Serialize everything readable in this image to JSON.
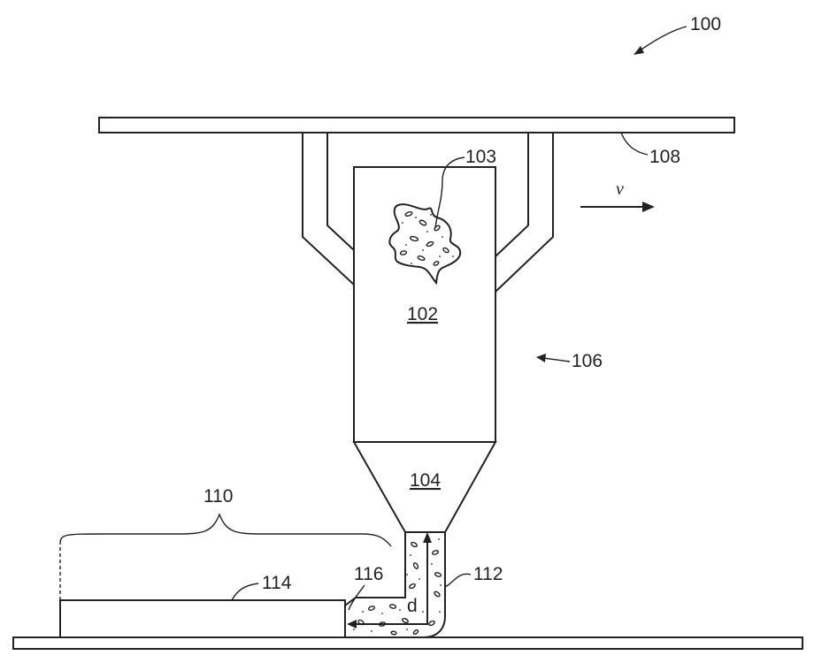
{
  "figure": {
    "labels": {
      "ref_100": "100",
      "ref_103": "103",
      "ref_108": "108",
      "ref_106": "106",
      "velocity": "v",
      "ref_102": "102",
      "ref_104": "104",
      "ref_110": "110",
      "ref_116": "116",
      "ref_112": "112",
      "ref_114": "114",
      "distance": "d"
    },
    "colors": {
      "line": "#222222",
      "deposited_layer_fill": "#c4c4c4",
      "background": "#ffffff"
    }
  }
}
